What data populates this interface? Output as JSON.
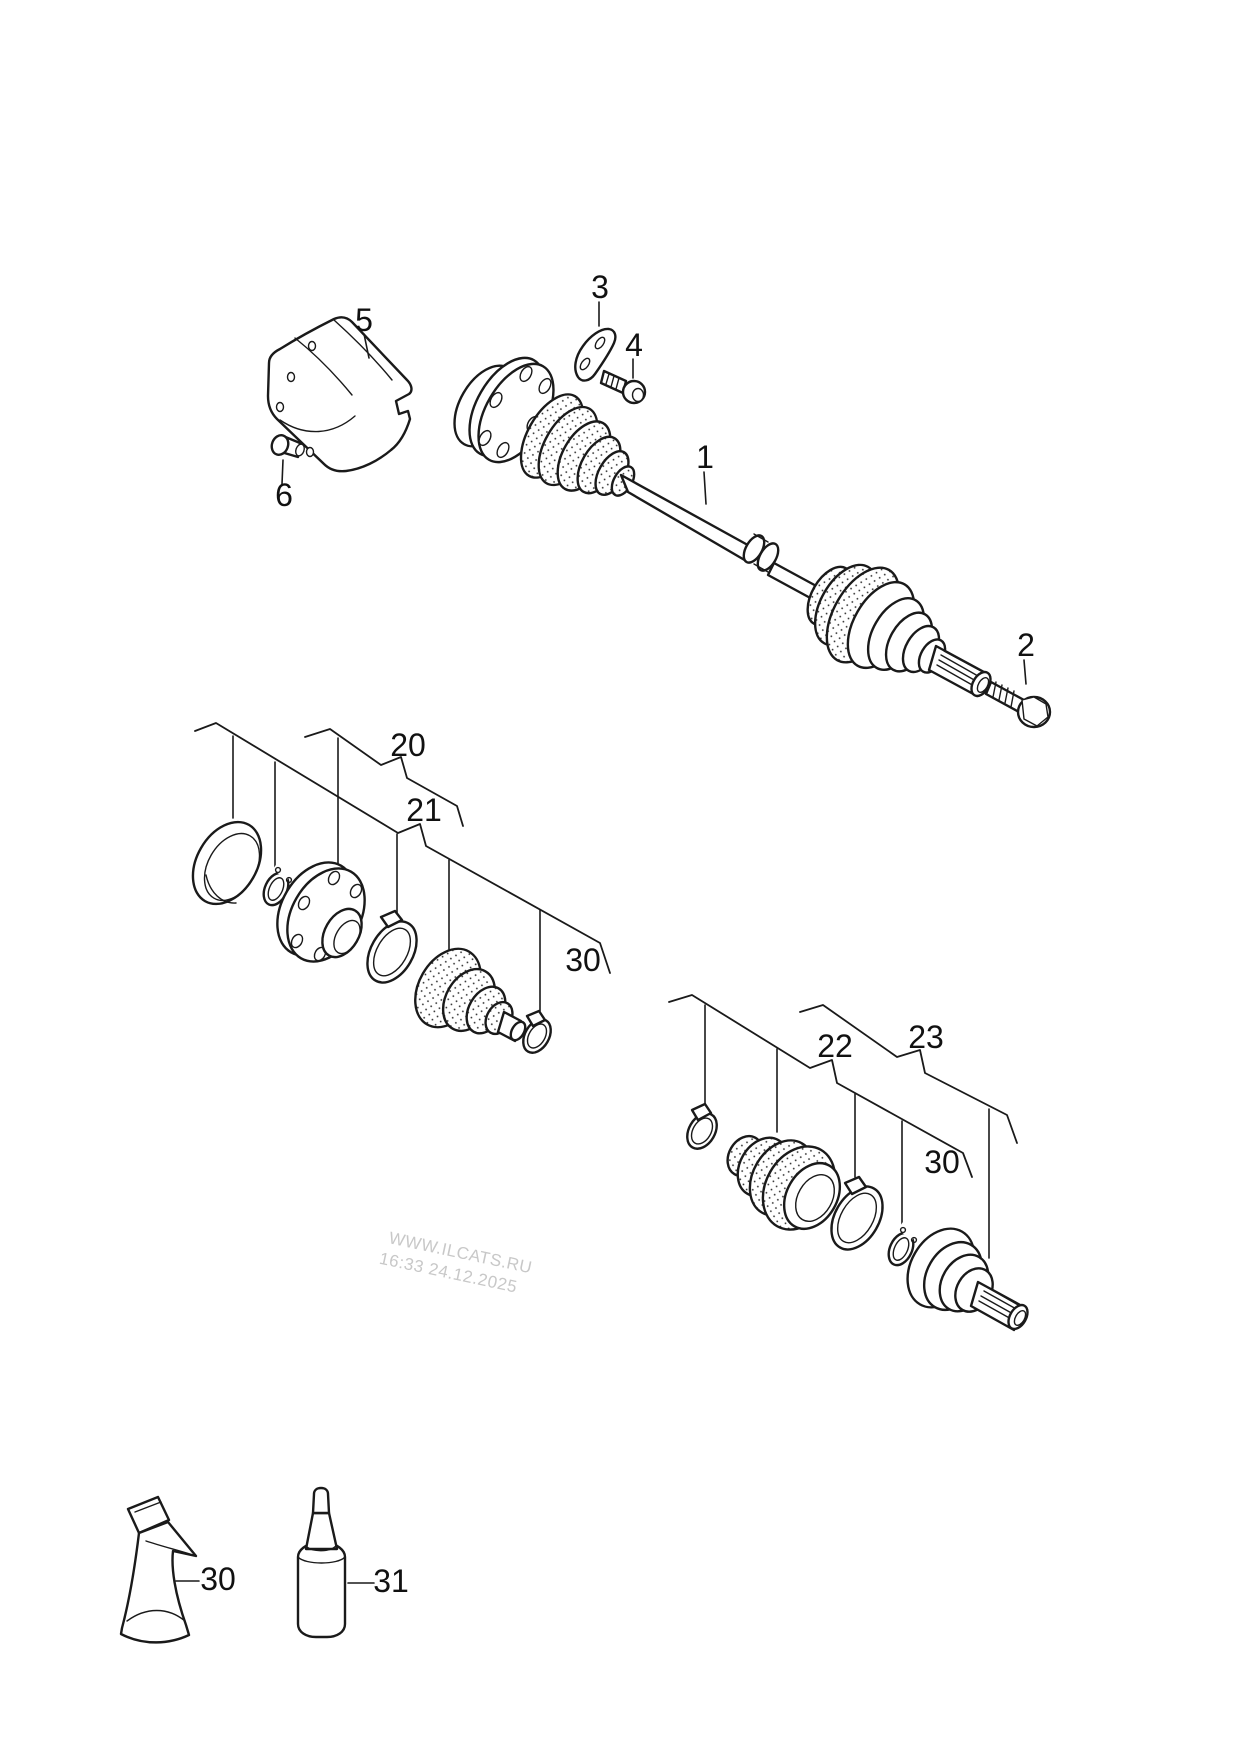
{
  "page": {
    "background": "#ffffff",
    "line_color": "#1a1a1a"
  },
  "callouts": {
    "c1": "1",
    "c2": "2",
    "c3": "3",
    "c4": "4",
    "c5": "5",
    "c6": "6",
    "c20": "20",
    "c21": "21",
    "c22": "22",
    "c23": "23",
    "c30": "30",
    "c31": "31"
  },
  "watermark": {
    "line1": "WWW.ILCATS.RU",
    "line2": "16:33 24.12.2025",
    "color": "#c8c8c8"
  }
}
